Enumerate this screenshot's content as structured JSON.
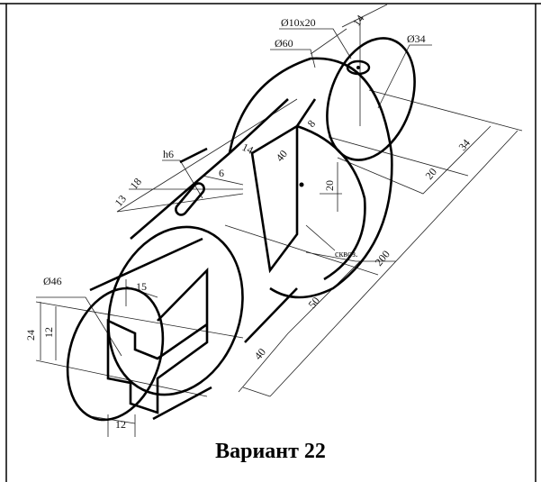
{
  "title": "Вариант 22",
  "dimensions": {
    "d10x20": "Ø10x20",
    "l14_top": "14",
    "d34": "Ø34",
    "d60": "Ø60",
    "l14_slot": "14",
    "l40_slot": "40",
    "l8": "8",
    "l20_vert": "20",
    "l20": "20",
    "l34": "34",
    "h6": "h6",
    "l6": "6",
    "l18": "18",
    "l13": "13",
    "d46": "Ø46",
    "l15": "15",
    "l24": "24",
    "l12_vert": "12",
    "l12_bottom": "12",
    "l40": "40",
    "l50": "50",
    "l200": "200",
    "through": "сквоз."
  }
}
